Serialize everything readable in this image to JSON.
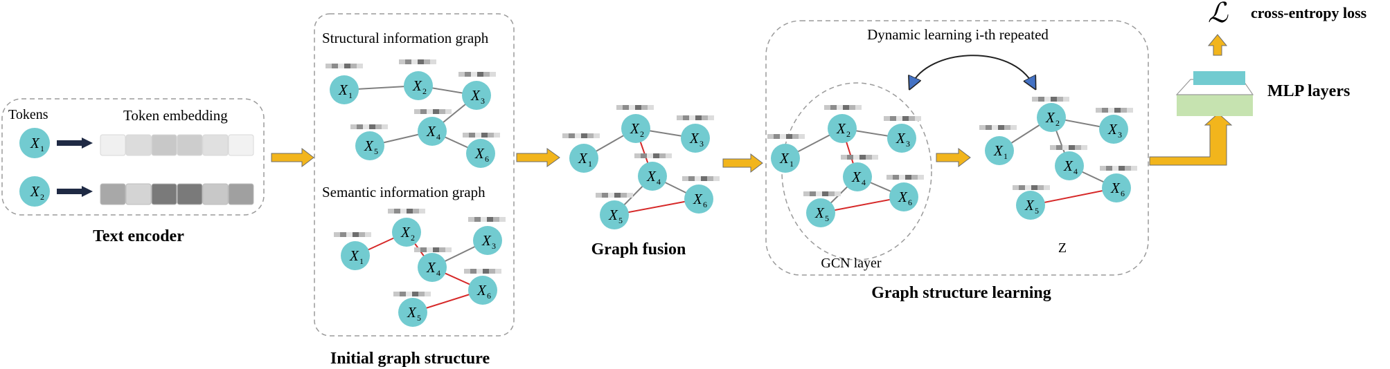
{
  "text_encoder": {
    "tokens_label": "Tokens",
    "embedding_label": "Token embedding",
    "token_1": "X",
    "token_1_sub": "1",
    "token_2": "X",
    "token_2_sub": "2",
    "title": "Text encoder"
  },
  "initial_graph": {
    "structural_title": "Structural information graph",
    "semantic_title": "Semantic information graph",
    "title": "Initial graph structure"
  },
  "graph_fusion": {
    "title": "Graph fusion"
  },
  "gsl": {
    "dynamic_label": "Dynamic learning i-th repeated",
    "gcn_label": "GCN layer",
    "z_label": "Z",
    "title": "Graph structure learning"
  },
  "output": {
    "loss_symbol": "ℒ",
    "loss_label": "cross-entropy loss",
    "mlp_label": "MLP layers"
  },
  "node": {
    "symbol": "X",
    "subs": [
      "1",
      "2",
      "3",
      "4",
      "5",
      "6"
    ]
  },
  "colors": {
    "node_fill": "#72cbd0",
    "edge_gray": "#7f7f7f",
    "edge_red": "#d62828",
    "arrow_yellow": "#f2b51c",
    "arrow_outline": "#6b6b6b",
    "dash_border": "#9a9a9a",
    "mlp_top": "#72cbd0",
    "mlp_bottom": "#c6e3b0",
    "curve_arrowhead": "#4472c4"
  }
}
